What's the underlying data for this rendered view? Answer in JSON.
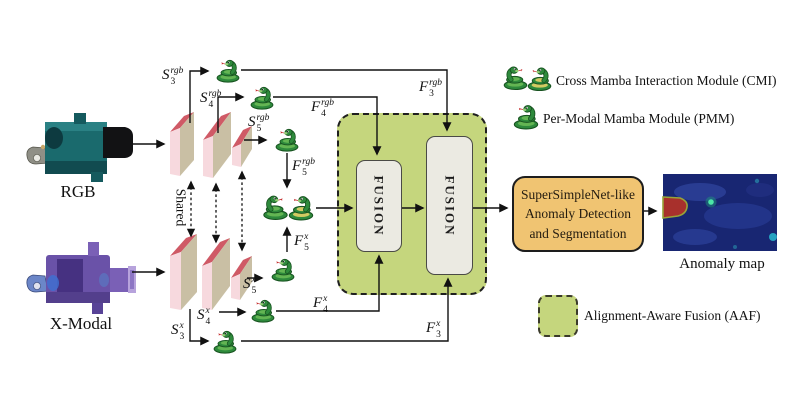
{
  "inputs": {
    "rgb_label": "RGB",
    "xmodal_label": "X-Modal",
    "shared_label": "Shared"
  },
  "math_labels": {
    "s3_rgb": {
      "base": "S",
      "sub": "3",
      "sup": "rgb"
    },
    "s4_rgb": {
      "base": "S",
      "sub": "4",
      "sup": "rgb"
    },
    "s5_rgb": {
      "base": "S",
      "sub": "5",
      "sup": "rgb"
    },
    "f3_rgb": {
      "base": "F",
      "sub": "3",
      "sup": "rgb"
    },
    "f4_rgb": {
      "base": "F",
      "sub": "4",
      "sup": "rgb"
    },
    "f5_rgb": {
      "base": "F",
      "sub": "5",
      "sup": "rgb"
    },
    "s3_x": {
      "base": "S",
      "sub": "3",
      "sup": "x"
    },
    "s4_x": {
      "base": "S",
      "sub": "4",
      "sup": "x"
    },
    "s5_x": {
      "base": "S",
      "sub": "5",
      "sup": "x"
    },
    "f3_x": {
      "base": "F",
      "sub": "3",
      "sup": "x"
    },
    "f4_x": {
      "base": "F",
      "sub": "4",
      "sup": "x"
    },
    "f5_x": {
      "base": "F",
      "sub": "5",
      "sup": "x"
    }
  },
  "fusion": {
    "label": "FUSION"
  },
  "detector": {
    "line1": "SuperSimpleNet-like",
    "line2": "Anomaly Detection",
    "line3": "and Segmentation"
  },
  "anomaly": {
    "caption": "Anomaly map"
  },
  "legend": {
    "cmi_label": "Cross Mamba Interaction Module (CMI)",
    "pmm_label": "Per-Modal Mamba Module (PMM)",
    "aaf_label": "Alignment-Aware Fusion (AAF)"
  },
  "icons": {
    "pmm": "single-snake-icon",
    "cmi": "double-snake-icon",
    "aaf": "green-dashed-region"
  },
  "colors": {
    "aaf_green": "#c5d67d",
    "fusion_fill": "#ebeae2",
    "detector_orange": "#f0c472",
    "slab_pink": "#f7d9de",
    "slab_red": "#cf5a66",
    "slab_tan": "#c9bfa4",
    "snake_green": "#2e8a3c",
    "map_navy": "#182672",
    "anomaly_red": "#a8302c",
    "arrow_black": "#111111"
  }
}
